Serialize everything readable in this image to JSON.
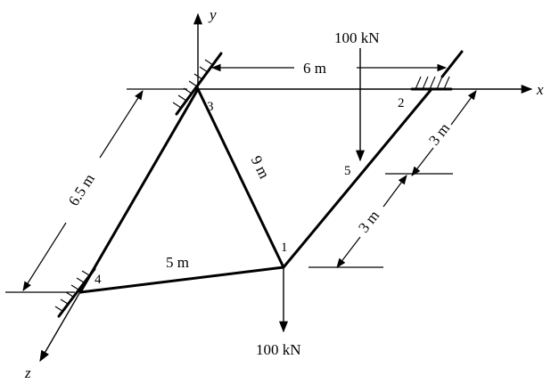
{
  "diagram": {
    "axes": {
      "x": "x",
      "y": "y",
      "z": "z"
    },
    "nodes": [
      "1",
      "2",
      "3",
      "4",
      "5"
    ],
    "loads": {
      "top": "100 kN",
      "bottom": "100 kN"
    },
    "dimensions": {
      "span_3_2": "6 m",
      "member_3_1": "9 m",
      "depth_3_4": "6.5 m",
      "member_4_1": "5 m",
      "seg_2_5": "3 m",
      "seg_5_1": "3 m"
    }
  }
}
